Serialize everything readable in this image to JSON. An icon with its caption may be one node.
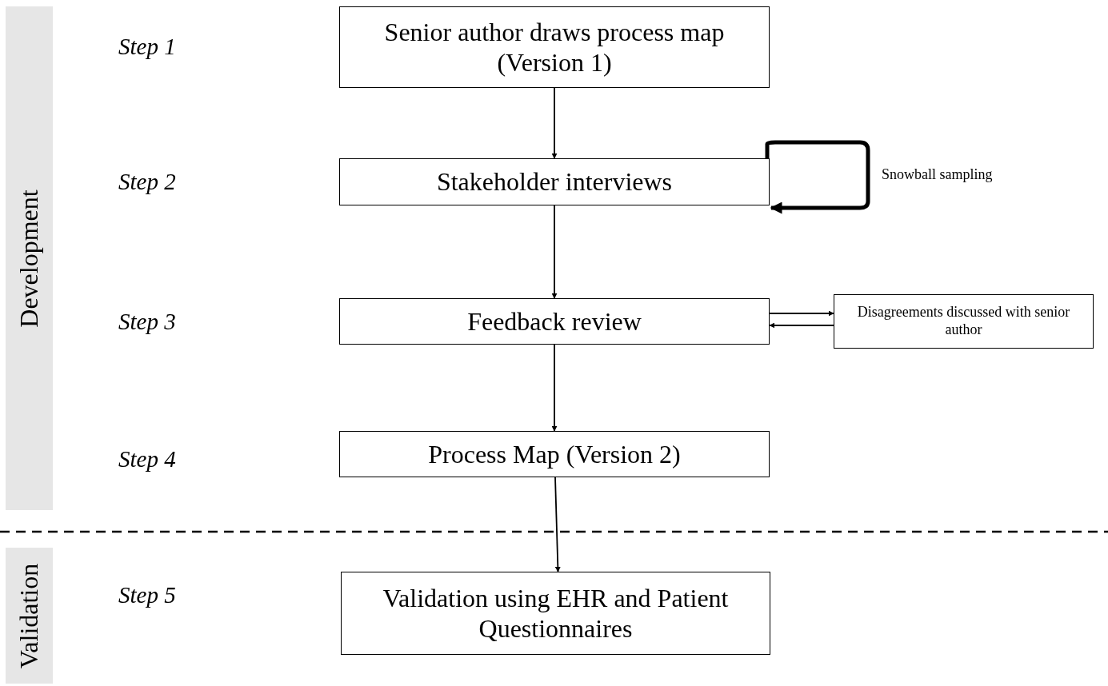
{
  "diagram": {
    "nodes": [
      {
        "text": [
          "Development"
        ]
      },
      {
        "text": [
          "Validation"
        ]
      },
      {
        "text": [
          "Senior author draws process map (Version 1)"
        ]
      },
      {
        "text": [
          "Stakeholder interviews"
        ]
      },
      {
        "text": [
          "Feedback review"
        ]
      },
      {
        "text": [
          "Disagreements discussed with senior author"
        ]
      },
      {
        "text": [
          "Process Map (Version 2)"
        ]
      },
      {
        "text": [
          "Validation using EHR and Patient Questionnaires"
        ]
      }
    ],
    "edges": [
      {
        "from": 2,
        "to": 3,
        "arrow": "to"
      },
      {
        "from": 3,
        "to": 3,
        "arrow": "to",
        "label": "Snowball sampling",
        "style": "thick"
      },
      {
        "from": 3,
        "to": 4,
        "arrow": "to"
      },
      {
        "from": 4,
        "to": 5,
        "arrow": "to"
      },
      {
        "from": 5,
        "to": 4,
        "arrow": "to"
      },
      {
        "from": 4,
        "to": 6,
        "arrow": "to"
      },
      {
        "from": 6,
        "to": 7,
        "arrow": "to"
      }
    ],
    "labels": [
      "Step 1",
      "Step 2",
      "Step 3",
      "Step 4",
      "Step 5"
    ]
  }
}
